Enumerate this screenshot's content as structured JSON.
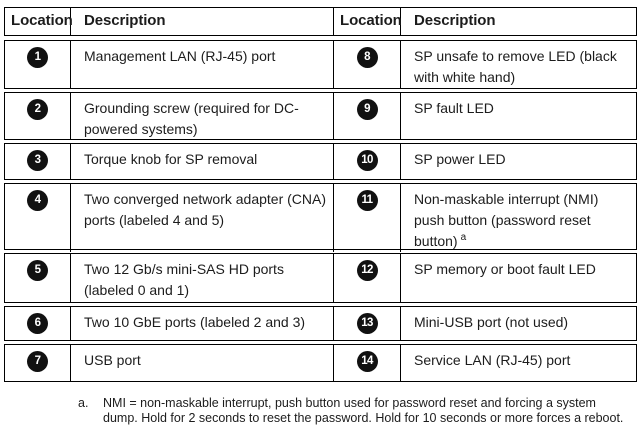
{
  "table": {
    "header": {
      "location_left": "Location",
      "description_left": "Description",
      "location_right": "Location",
      "description_right": "Description"
    },
    "rows": [
      {
        "left": {
          "num": "1",
          "desc": "Management LAN (RJ-45) port"
        },
        "right": {
          "num": "8",
          "desc": "SP unsafe to remove LED (black with white hand)"
        }
      },
      {
        "left": {
          "num": "2",
          "desc": "Grounding screw (required for DC-powered systems)"
        },
        "right": {
          "num": "9",
          "desc": "SP fault LED"
        }
      },
      {
        "left": {
          "num": "3",
          "desc": "Torque knob for SP removal"
        },
        "right": {
          "num": "10",
          "desc": "SP power LED"
        }
      },
      {
        "left": {
          "num": "4",
          "desc": "Two converged network adapter (CNA) ports (labeled 4 and 5)"
        },
        "right": {
          "num": "11",
          "desc": "Non-maskable interrupt (NMI) push button (password reset button)",
          "sup": "a"
        }
      },
      {
        "left": {
          "num": "5",
          "desc": "Two 12 Gb/s mini-SAS HD ports (labeled 0 and 1)"
        },
        "right": {
          "num": "12",
          "desc": "SP memory or boot fault LED"
        }
      },
      {
        "left": {
          "num": "6",
          "desc": "Two 10 GbE ports (labeled 2 and 3)"
        },
        "right": {
          "num": "13",
          "desc": "Mini-USB port (not used)"
        }
      },
      {
        "left": {
          "num": "7",
          "desc": "USB port"
        },
        "right": {
          "num": "14",
          "desc": "Service LAN (RJ-45) port"
        }
      }
    ],
    "footnote": {
      "marker": "a.",
      "lines": [
        "NMI = non-maskable interrupt, push button used for password reset and forcing a system",
        "dump. Hold for 2 seconds to reset the password. Hold for 10 seconds or more forces a reboot."
      ]
    }
  },
  "colors": {
    "border": "#000000",
    "text": "#1c1c1c",
    "badge_bg": "#111111",
    "badge_text": "#ffffff",
    "background": "#ffffff"
  }
}
